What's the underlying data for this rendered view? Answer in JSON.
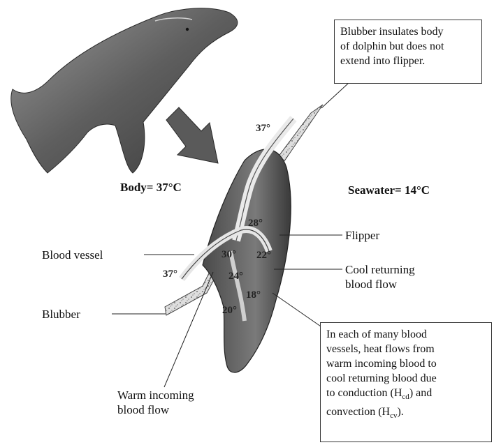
{
  "labels": {
    "body_temp": "Body= 37°C",
    "seawater_temp": "Seawater= 14°C",
    "flipper": "Flipper",
    "blood_vessel": "Blood vessel",
    "blubber": "Blubber",
    "cool_returning_line1": "Cool returning",
    "cool_returning_line2": "blood flow",
    "warm_incoming_line1": "Warm incoming",
    "warm_incoming_line2": "blood flow"
  },
  "callouts": {
    "blubber_note": [
      "Blubber insulates body",
      "of dolphin but does not",
      "extend into flipper."
    ],
    "heat_flow_note": {
      "line1": "In each of many blood",
      "line2": "vessels, heat flows from",
      "line3": "warm incoming blood to",
      "line4": "cool returning blood due",
      "line5_pre": "to conduction (H",
      "line5_sub": "cd",
      "line5_post": ") and",
      "line6_pre": "convection (H",
      "line6_sub": "cv",
      "line6_post": ")."
    }
  },
  "temperatures": {
    "top": "37°",
    "left": "37°",
    "t28": "28°",
    "t30": "30°",
    "t22": "22°",
    "t24": "24°",
    "t18": "18°",
    "t20": "20°"
  }
}
